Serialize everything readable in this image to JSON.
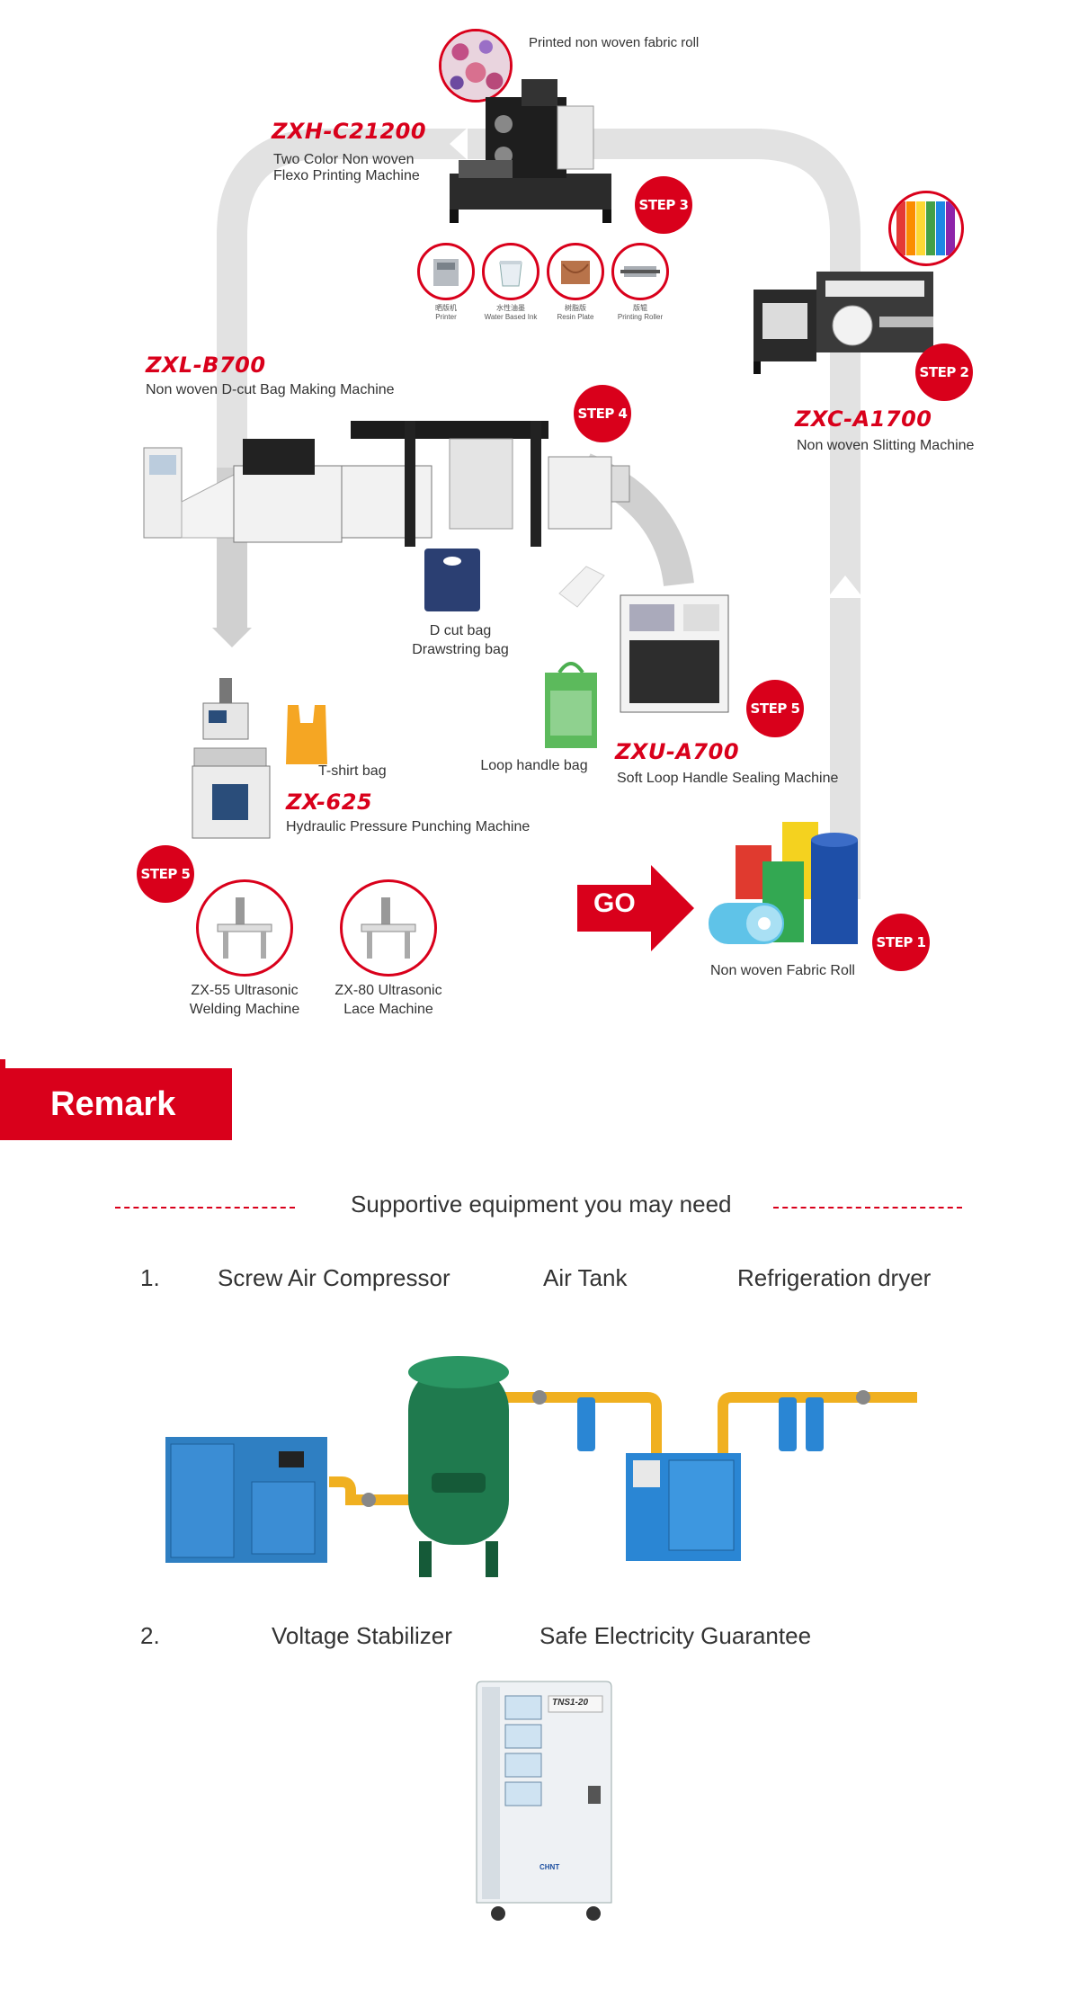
{
  "flow": {
    "printed_roll": "Printed non woven fabric roll",
    "step3": {
      "model": "ZXH-C21200",
      "desc_line1": "Two Color Non woven",
      "desc_line2": "Flexo Printing Machine",
      "step": "STEP 3"
    },
    "accessories": [
      {
        "label_cn": "晒版机",
        "label_en": "Printer"
      },
      {
        "label_cn": "水性油墨",
        "label_en": "Water Based Ink"
      },
      {
        "label_cn": "树脂版",
        "label_en": "Resin Plate"
      },
      {
        "label_cn": "版辊",
        "label_en": "Printing Roller"
      }
    ],
    "step2": {
      "model": "ZXC-A1700",
      "desc": "Non woven Slitting Machine",
      "step": "STEP 2"
    },
    "step4": {
      "model": "ZXL-B700",
      "desc": "Non woven D-cut Bag Making Machine",
      "step": "STEP 4"
    },
    "dcut_bag_line1": "D cut bag",
    "dcut_bag_line2": "Drawstring bag",
    "loop_bag": "Loop handle bag",
    "step5_right": {
      "model": "ZXU-A700",
      "desc": "Soft Loop Handle Sealing Machine",
      "step": "STEP 5"
    },
    "tshirt_bag": "T-shirt bag",
    "punch": {
      "model": "ZX-625",
      "desc": "Hydraulic Pressure Punching Machine"
    },
    "step5_left": "STEP 5",
    "welding_line1": "ZX-55 Ultrasonic",
    "welding_line2": "Welding Machine",
    "lace_line1": "ZX-80 Ultrasonic",
    "lace_line2": "Lace Machine",
    "go": "GO",
    "step1": {
      "desc": "Non woven Fabric Roll",
      "step": "STEP 1"
    }
  },
  "remark": {
    "title": "Remark",
    "subtitle": "Supportive equipment you may need",
    "row1": {
      "num": "1.",
      "items": [
        "Screw Air Compressor",
        "Air Tank",
        "Refrigeration dryer"
      ]
    },
    "row2": {
      "num": "2.",
      "items": [
        "Voltage Stabilizer",
        "Safe Electricity Guarantee"
      ]
    },
    "stabilizer_model": "TNS1-20",
    "stabilizer_brand": "CHNT"
  },
  "colors": {
    "accent": "#d9001b",
    "track": "#dedede",
    "compressor": "#2f7fc2",
    "tank": "#1f7a4e",
    "pipe": "#f0b020"
  }
}
